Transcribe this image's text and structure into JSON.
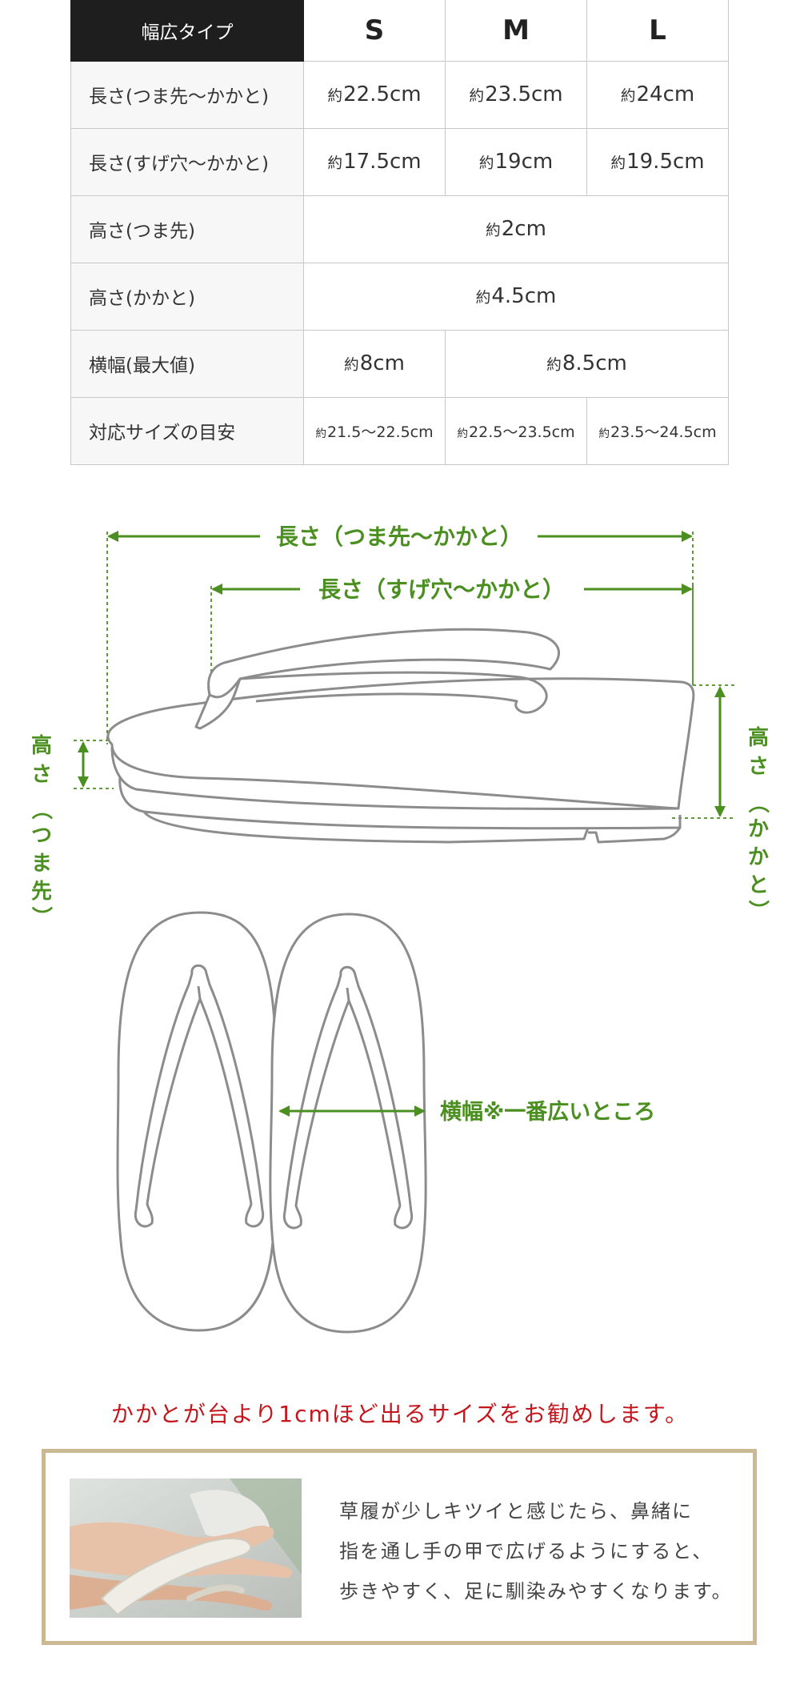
{
  "size_table": {
    "header": {
      "label": "幅広タイプ",
      "sizes": [
        "S",
        "M",
        "L"
      ]
    },
    "rows": [
      {
        "label": "長さ(つま先〜かかと)",
        "prefix": "約",
        "values": [
          "22.5cm",
          "23.5cm",
          "24cm"
        ]
      },
      {
        "label": "長さ(すげ穴〜かかと)",
        "prefix": "約",
        "values": [
          "17.5cm",
          "19cm",
          "19.5cm"
        ]
      },
      {
        "label": "高さ(つま先)",
        "prefix": "約",
        "values": [
          "2cm"
        ]
      },
      {
        "label": "高さ(かかと)",
        "prefix": "約",
        "values": [
          "4.5cm"
        ]
      },
      {
        "label": "横幅(最大値)",
        "prefix": "約",
        "values": [
          "8cm",
          "8.5cm"
        ]
      },
      {
        "label": "対応サイズの目安",
        "prefix": "約",
        "values": [
          "21.5〜22.5cm",
          "22.5〜23.5cm",
          "23.5〜24.5cm"
        ]
      }
    ]
  },
  "side_diagram": {
    "length_toe_heel": "長さ（つま先〜かかと）",
    "length_hole_heel": "長さ（すげ穴〜かかと）",
    "height_toe": [
      "高",
      "さ",
      "（",
      "つ",
      "ま",
      "先",
      "）"
    ],
    "height_heel": [
      "高",
      "さ",
      "（",
      "か",
      "か",
      "と",
      "）"
    ]
  },
  "top_diagram": {
    "width_label": "横幅※一番広いところ"
  },
  "recommendation": "かかとが台より1cmほど出るサイズをお勧めします。",
  "tip": {
    "lines": [
      "草履が少しキツイと感じたら、鼻緒に",
      "指を通し手の甲で広げるようにすると、",
      "歩きやすく、足に馴染みやすくなります。"
    ]
  },
  "colors": {
    "dimension_green": "#4a8f1f",
    "recommend_red": "#c4161c",
    "tip_border": "#cbb994",
    "header_black": "#1e1e1e"
  }
}
